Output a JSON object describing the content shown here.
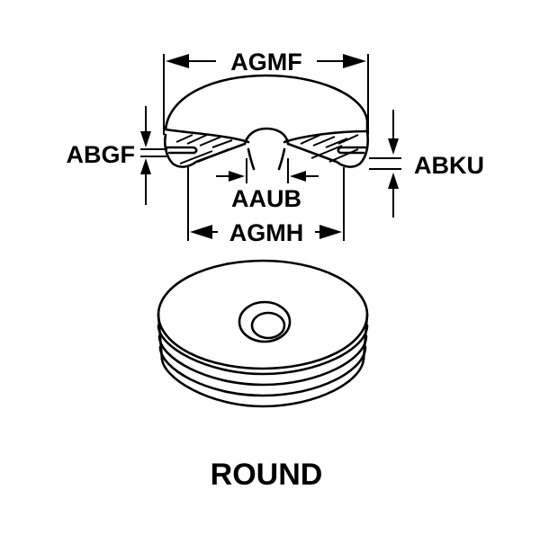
{
  "diagram": {
    "labels": {
      "top_width": "AGMF",
      "left_thickness": "ABGF",
      "right_thickness": "ABKU",
      "hole_diameter": "AAUB",
      "base_width": "AGMH"
    },
    "caption": "ROUND"
  },
  "colors": {
    "line": "#000000",
    "background": "#ffffff"
  }
}
